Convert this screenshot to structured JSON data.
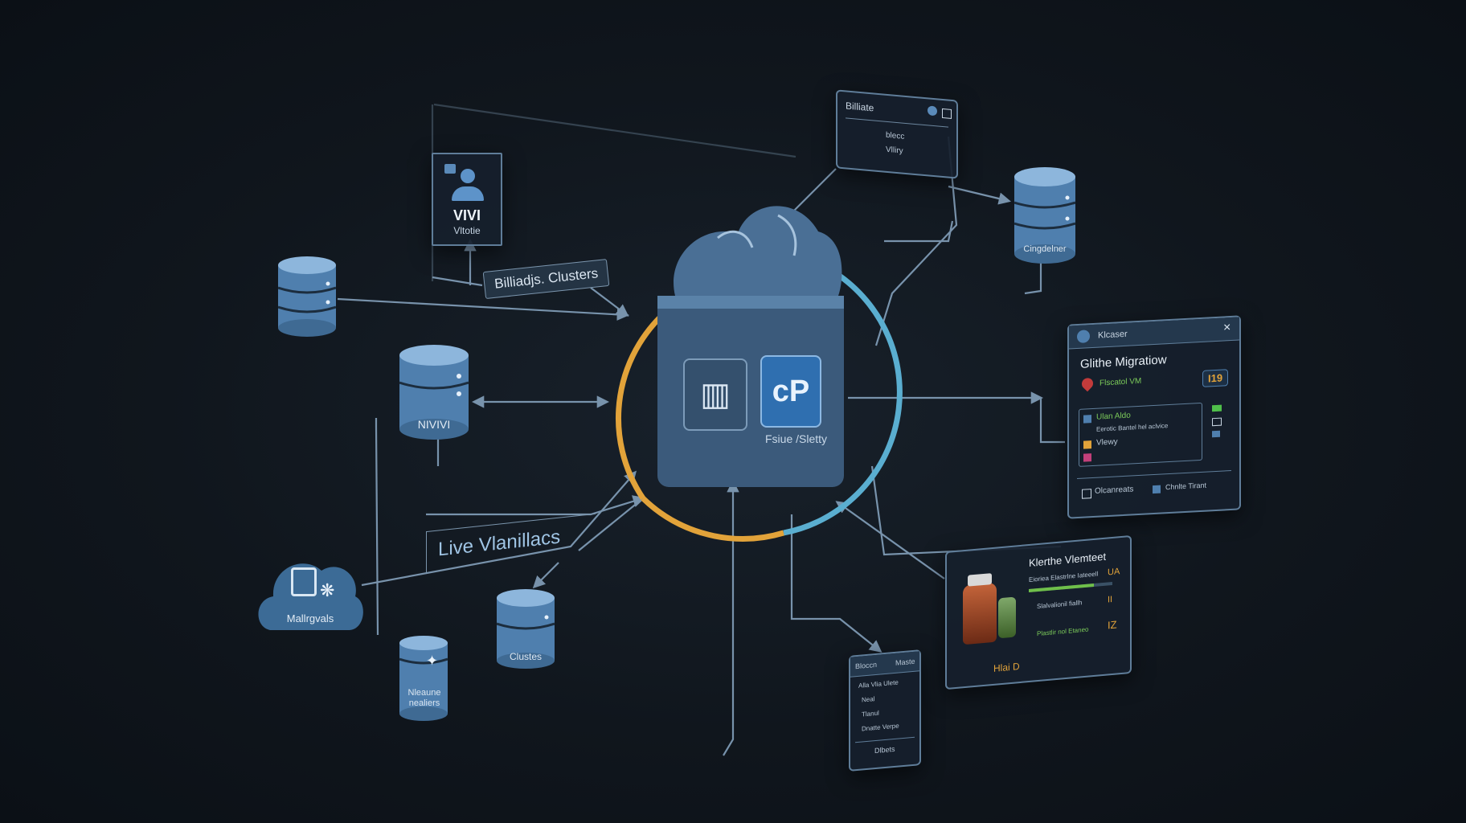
{
  "colors": {
    "background": "#10161d",
    "wire": "#8aa8c4",
    "node_blue": "#4f7fae",
    "ring_orange": "#e2a33a",
    "ring_teal": "#5aaed0",
    "accent_green": "#6fbf4a",
    "accent_red": "#c23b3b"
  },
  "hub": {
    "label": "Fsiue /Sletty",
    "left_icon": "network-switch-icon",
    "right_icon": "cp-logo-icon"
  },
  "vm_card": {
    "title": "VIVI",
    "subtitle": "Vltotie"
  },
  "label_billing": "Billiadjs. Clusters",
  "label_live": "Live Vlanillacs",
  "db_left_mid": "NIVIVI",
  "db_top_right": "Cingdelner",
  "db_bottom_center": "Clustes",
  "db_bottom_left": "Nleaune nealiers",
  "cloud_lock": "Mallrgvals",
  "top_panel": {
    "title": "Billiate",
    "rows": [
      "blecc",
      "Vlliry"
    ]
  },
  "migration_panel": {
    "header": "Klcaser",
    "title": "Glithe Migratiow",
    "status_text": "Flscatol VM",
    "badge": "I19",
    "rows": [
      "Ulan Aldo",
      "Eerotic Bantel hel aclvice",
      "Vlewy"
    ],
    "footer_left": "Olcanreats",
    "footer_right": "Chnlte Tirant"
  },
  "inventory_panel": {
    "title": "Klerthe Vlemteet",
    "rows": [
      "Eioriea Elastrlne Iateeell",
      "Slalvalionil fiallh",
      "Plastlir nol Etaneo"
    ],
    "values": [
      "UA",
      "II",
      "IZ"
    ],
    "footer": "Hlai D"
  },
  "list_panel": {
    "header_left": "Bloccn",
    "header_right": "Maste",
    "rows": [
      "Alla Vlia Ulete",
      "Neal",
      "Tlanul",
      "Dnatte Verpe"
    ],
    "footer": "Dlbets"
  }
}
